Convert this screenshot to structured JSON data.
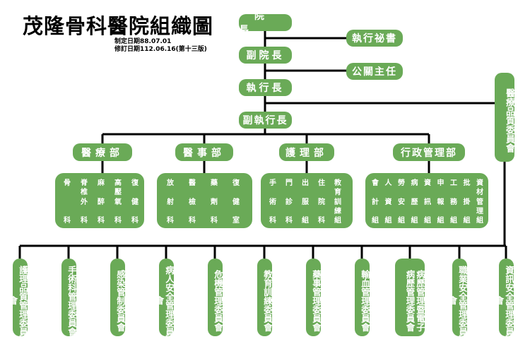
{
  "title": "茂隆骨科醫院組織圖",
  "dates": {
    "established": "制定日期88.07.01",
    "revised": "修訂日期112.06.16(第十三版)"
  },
  "chain": {
    "president": "院長",
    "vice_president": "副院長",
    "executive": "執行長",
    "deputy_executive": "副執行長"
  },
  "side": {
    "secretary": "執行祕書",
    "pr_director": "公關主任"
  },
  "quality_committee_right": "醫療品質委員會",
  "departments": [
    {
      "label": "醫療部",
      "columns": [
        "骨科",
        "脊椎外科",
        "麻醉科",
        "高壓氧科",
        "復健科"
      ]
    },
    {
      "label": "醫事部",
      "columns": [
        "放射科",
        "醫檢科",
        "藥劑科",
        "復健室"
      ]
    },
    {
      "label": "護理部",
      "columns": [
        "手術科",
        "門診科",
        "出服組",
        "住院科",
        "教育訓練組"
      ]
    },
    {
      "label": "行政管理部",
      "columns": [
        "會計組",
        "人資組",
        "勞安組",
        "病歷組",
        "資訊組",
        "申報組",
        "工務組",
        "批掛組",
        "資材管理組"
      ]
    }
  ],
  "committees": [
    "護理品質管理委員會",
    "手術科管理委員會",
    "感染管制委員會",
    "病人安全管理委員會",
    "危機管理委員會",
    "教育訓練委員會",
    "藥事管理委員會",
    "輸血管理委員會",
    "病歷管理暨電子病歷管理委員會",
    "職業安全管理委員會",
    "資訊安全管理委員會"
  ]
}
